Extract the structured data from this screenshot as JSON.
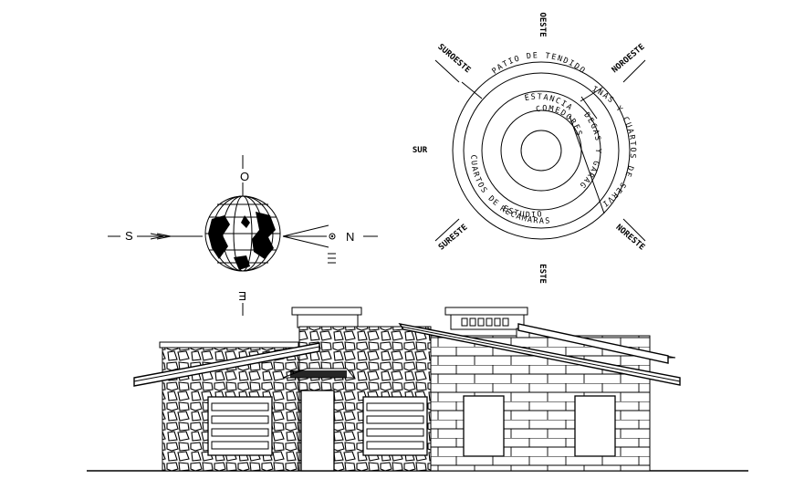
{
  "compass": {
    "north": "N",
    "south": "S",
    "west": "O",
    "east": "E"
  },
  "rose": {
    "oeste": "OESTE",
    "este": "ESTE",
    "sur": "SUR",
    "suroeste": "SUROESTE",
    "noroeste": "NOROESTE",
    "noreste": "NORESTE",
    "sureste": "SURESTE",
    "rooms": {
      "patio": "PATIO DE TENDIDO",
      "cocinas": "COCINAS Y CUARTOS DE SERVICIO",
      "bodegas": "BODEGAS Y GARAGES",
      "estancia": "ESTANCIA",
      "cuartos_estudio": "CUARTOS DE ESTUDIO",
      "recamaras": "RECAMARAS",
      "comedores": "COMEDORES"
    }
  }
}
